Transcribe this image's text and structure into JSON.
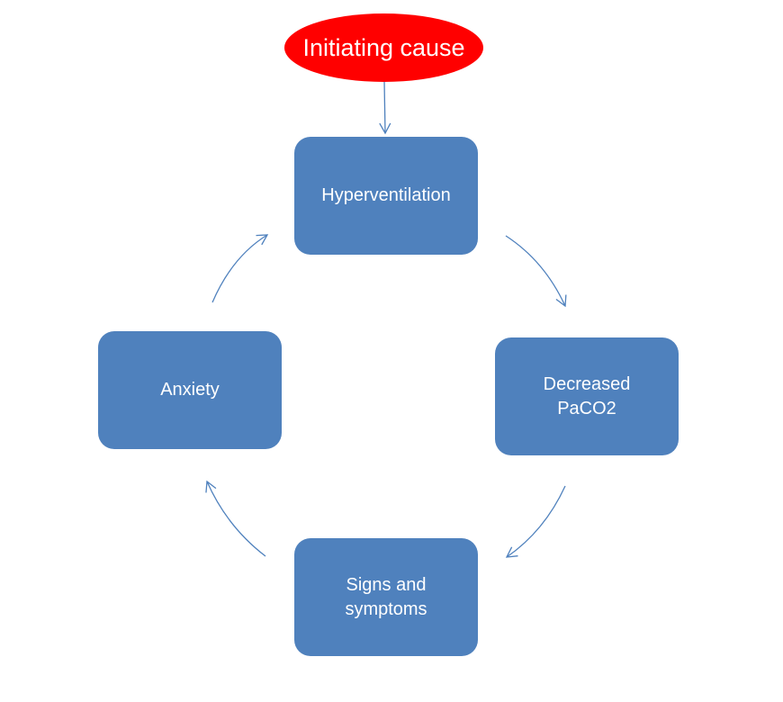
{
  "diagram": {
    "initiating_cause": {
      "label": "Initiating cause",
      "color": "#ff0000"
    },
    "node_color": "#4f81bd",
    "arrow_color": "#4f81bd",
    "cycle": [
      {
        "id": "hyperventilation",
        "lines": [
          "Hyperventilation"
        ]
      },
      {
        "id": "decreased-paco2",
        "lines": [
          "Decreased",
          "PaCO2"
        ]
      },
      {
        "id": "signs-and-symptoms",
        "lines": [
          "Signs and",
          "symptoms"
        ]
      },
      {
        "id": "anxiety",
        "lines": [
          "Anxiety"
        ]
      }
    ],
    "edges": [
      {
        "from": "initiating-cause",
        "to": "hyperventilation"
      },
      {
        "from": "hyperventilation",
        "to": "decreased-paco2"
      },
      {
        "from": "decreased-paco2",
        "to": "signs-and-symptoms"
      },
      {
        "from": "signs-and-symptoms",
        "to": "anxiety"
      },
      {
        "from": "anxiety",
        "to": "hyperventilation"
      }
    ]
  }
}
